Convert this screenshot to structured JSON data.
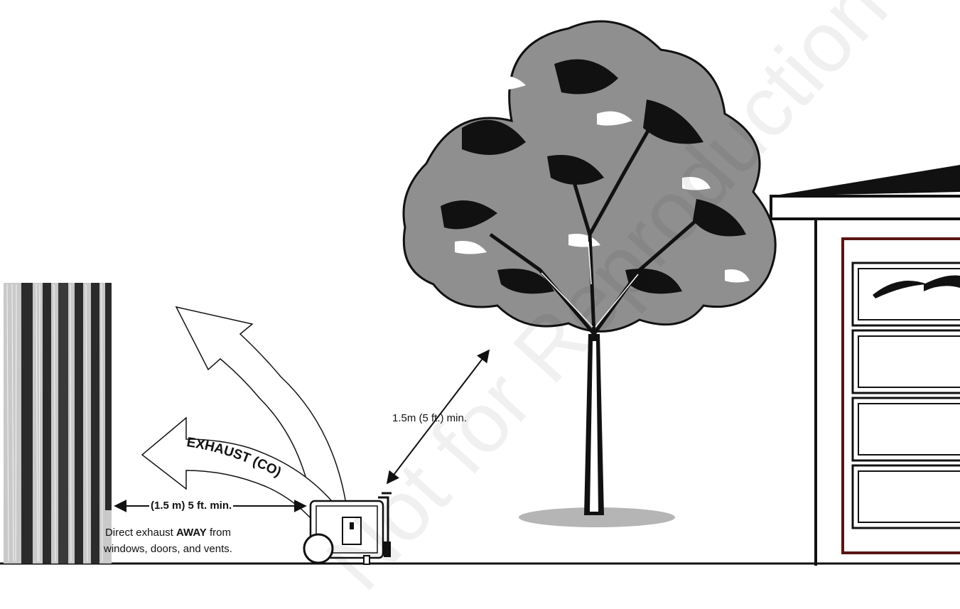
{
  "labels": {
    "exhaust": "EXHAUST (CO)",
    "tree_distance": "1.5m (5 ft.) min.",
    "fence_distance": "(1.5 m) 5 ft. min.",
    "note_part1": "Direct exhaust ",
    "note_emphasis": "AWAY",
    "note_part2": " from",
    "note_line2": "windows, doors, and vents."
  },
  "watermark": "Not for Reproduction"
}
